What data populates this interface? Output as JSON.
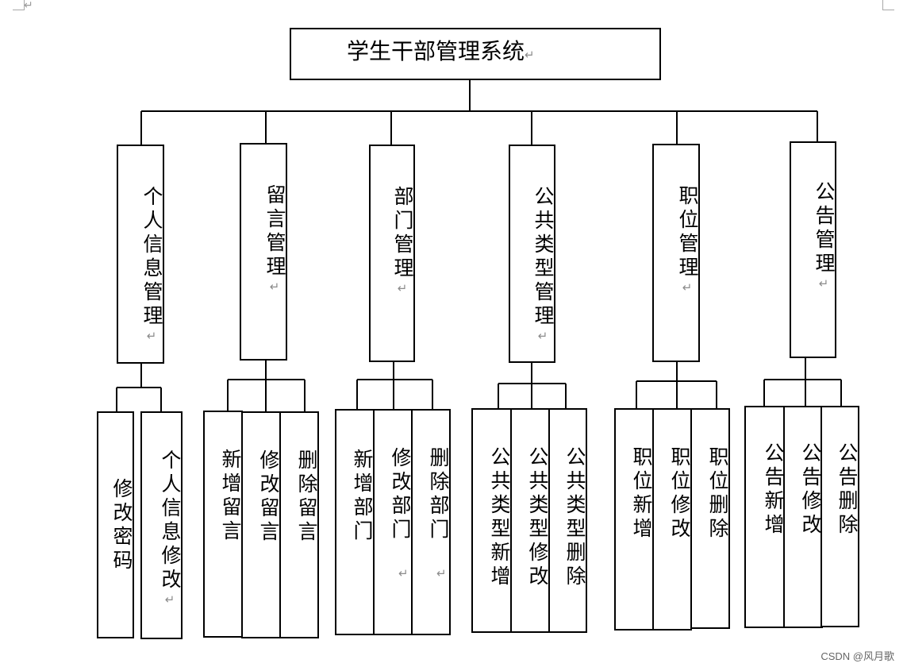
{
  "diagram": {
    "root": "学生干部管理系统",
    "modules": [
      {
        "label": "个人信息管理",
        "children": [
          "修改密码",
          "个人信息修改"
        ]
      },
      {
        "label": "留言管理",
        "children": [
          "新增留言",
          "修改留言",
          "删除留言"
        ]
      },
      {
        "label": "部门管理",
        "children": [
          "新增部门",
          "修改部门",
          "删除部门"
        ]
      },
      {
        "label": "公共类型管理",
        "children": [
          "公共类型新增",
          "公共类型修改",
          "公共类型删除"
        ]
      },
      {
        "label": "职位管理",
        "children": [
          "职位新增",
          "职位修改",
          "职位删除"
        ]
      },
      {
        "label": "公告管理",
        "children": [
          "公告新增",
          "公告修改",
          "公告删除"
        ]
      }
    ],
    "paragraph_mark": "↵"
  },
  "footer": {
    "credit": "CSDN @风月歌"
  }
}
